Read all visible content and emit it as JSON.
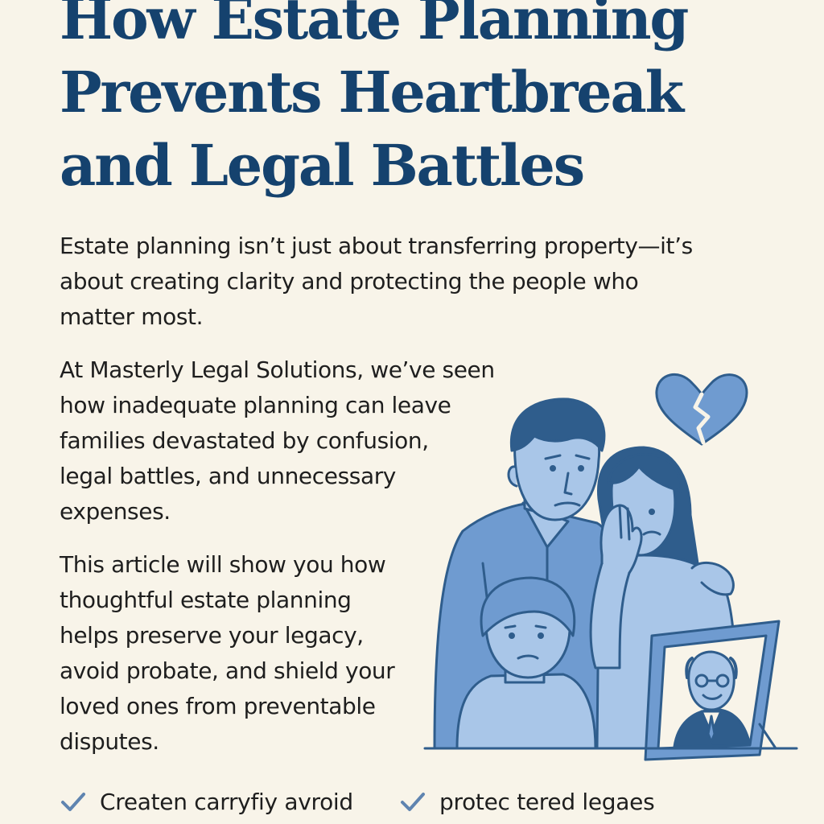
{
  "article": {
    "title_lines": [
      "How Estate Planning",
      "Prevents Heartbreak",
      "and Legal Battles"
    ],
    "paragraphs": [
      {
        "lines": [
          "Estate planning isn’t just about transferring property—it’s",
          "about creating clarity and protecting the people who",
          "matter most."
        ]
      },
      {
        "lines": [
          "At Masterly Legal Solutions, we’ve seen",
          "how inadequate planning can leave",
          "families devastated by confusion,",
          "legal battles, and unnecessary",
          "expenses."
        ]
      },
      {
        "lines": [
          "This article will show you how",
          "thoughtful estate planning",
          "helps preserve your legacy,",
          "avoid probate, and shield your",
          "loved ones from preventable",
          "disputes."
        ]
      }
    ],
    "checklist": [
      {
        "icon": "checkmark-icon",
        "label": "Createn carryfiy avroid"
      },
      {
        "icon": "checkmark-icon",
        "label": "protec tered legaes"
      }
    ]
  },
  "illustration": {
    "subject": "grieving family with framed portrait and broken heart",
    "icons": [
      "broken-heart-icon",
      "picture-frame-icon"
    ]
  },
  "colors": {
    "background": "#f8f4e9",
    "title": "#15426e",
    "body_text": "#1e1e1e",
    "illustration_dark": "#2f5d8c",
    "illustration_mid": "#6f9bd0",
    "illustration_light": "#a9c6e8",
    "check": "#5f84b0"
  }
}
